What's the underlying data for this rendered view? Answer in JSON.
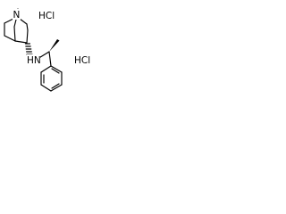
{
  "molecule": {
    "atom_labels": {
      "bridgehead_nitrogen": "N",
      "amine": "HN"
    },
    "salt_labels": [
      "HCl",
      "HCl"
    ],
    "colors": {
      "bond": "#000000",
      "text": "#000000",
      "background": "#ffffff"
    }
  }
}
